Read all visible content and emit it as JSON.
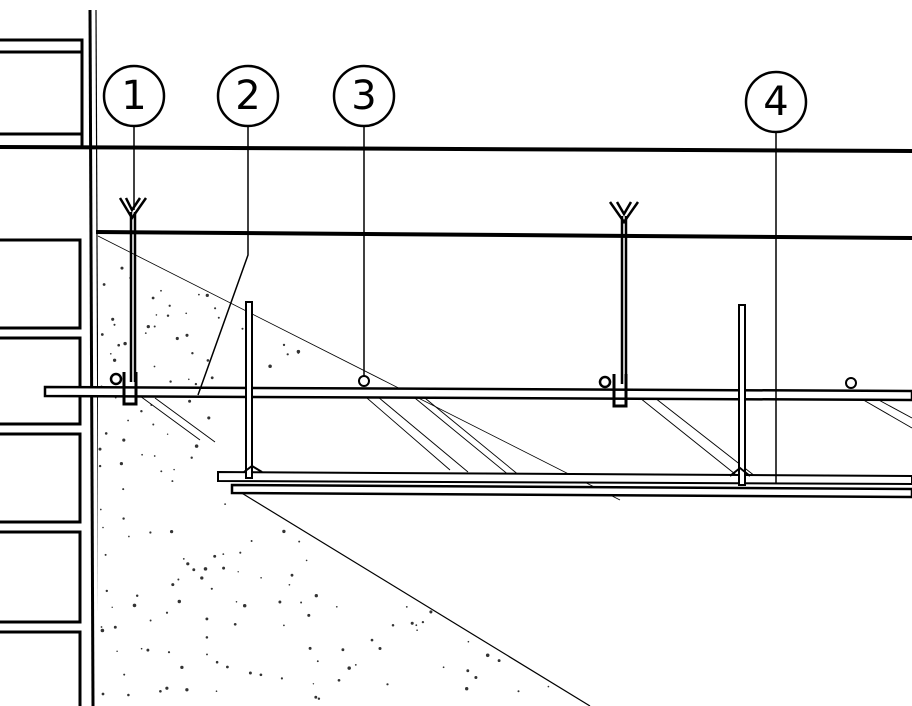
{
  "callouts": [
    {
      "label": "1"
    },
    {
      "label": "2"
    },
    {
      "label": "3"
    },
    {
      "label": "4"
    }
  ],
  "colors": {
    "line": "#000000",
    "background": "#ffffff",
    "stipple": "#333333"
  }
}
